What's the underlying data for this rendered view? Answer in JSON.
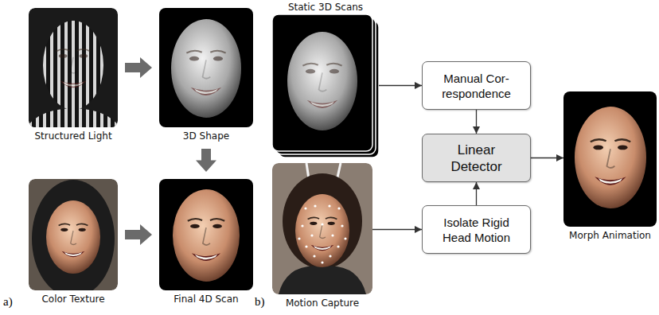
{
  "diagram": {
    "nodes": [
      {
        "text": [
          "Structured Light"
        ]
      },
      {
        "text": [
          "3D Shape"
        ]
      },
      {
        "text": [
          "Color Texture"
        ]
      },
      {
        "text": [
          "Final 4D Scan"
        ]
      },
      {
        "text": [
          "Static 3D Scans"
        ]
      },
      {
        "text": [
          "Motion Capture"
        ]
      },
      {
        "text": [
          "Manual Cor- respondence"
        ]
      },
      {
        "text": [
          "Linear Detector"
        ]
      },
      {
        "text": [
          "Isolate Rigid Head Motion"
        ]
      },
      {
        "text": [
          "Morph Animation"
        ]
      }
    ],
    "edges": [
      {
        "from": 0,
        "to": 1,
        "arrow": "to"
      },
      {
        "from": 1,
        "to": 3,
        "arrow": "to"
      },
      {
        "from": 2,
        "to": 3,
        "arrow": "to"
      },
      {
        "from": 4,
        "to": 6,
        "arrow": "to"
      },
      {
        "from": 6,
        "to": 7,
        "arrow": "to"
      },
      {
        "from": 5,
        "to": 8,
        "arrow": "to"
      },
      {
        "from": 8,
        "to": 7,
        "arrow": "to"
      },
      {
        "from": 7,
        "to": 9,
        "arrow": "to"
      }
    ],
    "labels": [
      "a)",
      "b)"
    ]
  }
}
